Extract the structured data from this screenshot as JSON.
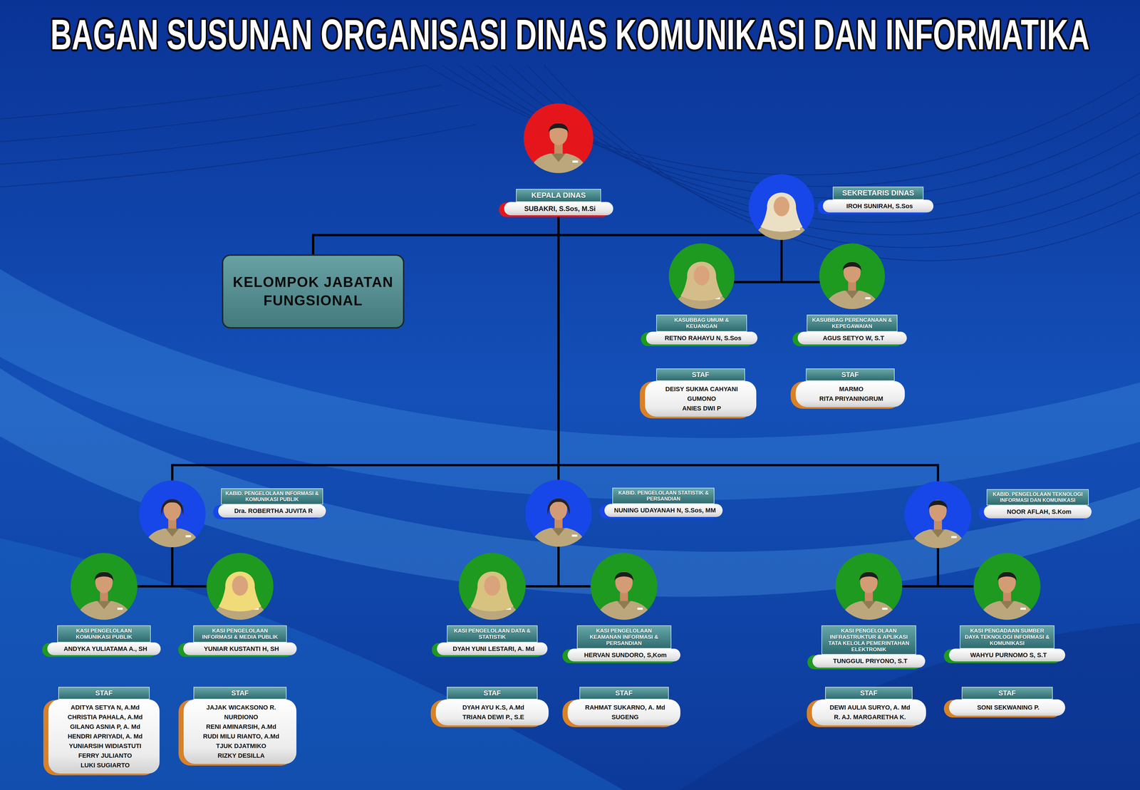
{
  "diagram": {
    "title": "BAGAN SUSUNAN ORGANISASI DINAS KOMUNIKASI DAN INFORMATIKA",
    "nodes": [
      {
        "text": [
          "KEPALA DINAS",
          "SUBAKRI, S.Sos, M.Si"
        ]
      },
      {
        "text": [
          "SEKRETARIS DINAS",
          "IROH SUNIRAH, S.Sos"
        ]
      },
      {
        "text": [
          "KELOMPOK JABATAN FUNGSIONAL"
        ]
      },
      {
        "text": [
          "KASUBBAG UMUM & KEUANGAN",
          "RETNO RAHAYU N, S.Sos"
        ]
      },
      {
        "text": [
          "KASUBBAG PERENCANAAN & KEPEGAWAIAN",
          "AGUS SETYO W, S.T"
        ]
      },
      {
        "text": [
          "STAF",
          "DEISY SUKMA CAHYANI",
          "GUMONO",
          "ANIES DWI P"
        ]
      },
      {
        "text": [
          "STAF",
          "MARMO",
          "RITA PRIYANINGRUM"
        ]
      },
      {
        "text": [
          "KABID. PENGELOLAAN INFORMASI & KOMUNIKASI PUBLIK",
          "Dra. ROBERTHA JUVITA R"
        ]
      },
      {
        "text": [
          "KABID. PENGELOLAAN STATISTIK & PERSANDIAN",
          "NUNING UDAYANAH N, S.Sos, MM"
        ]
      },
      {
        "text": [
          "KABID. PENGELOLAAN TEKNOLOGI INFORMASI DAN KOMUNIKASI",
          "NOOR AFLAH, S.Kom"
        ]
      },
      {
        "text": [
          "KASI PENGELOLAAN KOMUNIKASI PUBLIK",
          "ANDYKA YULIATAMA A., SH"
        ]
      },
      {
        "text": [
          "KASI PENGELOLAAN INFORMASI & MEDIA PUBLIK",
          "YUNIAR KUSTANTI H, SH"
        ]
      },
      {
        "text": [
          "KASI PENGELOLAAN DATA & STATISTIK",
          "DYAH YUNI LESTARI, A. Md"
        ]
      },
      {
        "text": [
          "KASI PENGELOLAAN KEAMANAN INFORMASI & PERSANDIAN",
          "HERVAN SUNDORO, S,Kom"
        ]
      },
      {
        "text": [
          "KASI PENGELOLAAN INFRASTRUKTUR & APLIKASI TATA KELOLA PEMERINTAHAN ELEKTRONIK",
          "TUNGGUL PRIYONO, S.T"
        ]
      },
      {
        "text": [
          "KASI PENGADAAN SUMBER DAYA TEKNOLOGI INFORMASI & KOMUNIKASI",
          "WAHYU PURNOMO S, S.T"
        ]
      },
      {
        "text": [
          "STAF",
          "ADITYA SETYA N, A.Md",
          "CHRISTIA PAHALA, A.Md",
          "GILANG ASNIA P, A. Md",
          "HENDRI APRIYADI, A. Md",
          "YUNIARSIH WIDIASTUTI",
          "FERRY JULIANTO",
          "LUKI SUGIARTO"
        ]
      },
      {
        "text": [
          "STAF",
          "JAJAK WICAKSONO R.",
          "NURDIONO",
          "RENI AMINARSIH, A.Md",
          "RUDI MILU RIANTO, A.Md",
          "TJUK DJATMIKO",
          "RIZKY DESILLA"
        ]
      },
      {
        "text": [
          "STAF",
          "DYAH AYU K.S, A.Md",
          "TRIANA DEWI P., S.E"
        ]
      },
      {
        "text": [
          "STAF",
          "RAHMAT SUKARNO, A. Md",
          "SUGENG"
        ]
      },
      {
        "text": [
          "STAF",
          "DEWI AULIA SURYO, A. Md",
          "R. AJ. MARGARETHA K."
        ]
      },
      {
        "text": [
          "STAF",
          "SONI SEKWANING P."
        ]
      }
    ],
    "edges": [
      {
        "from": 0,
        "to": 2,
        "arrow": "none"
      },
      {
        "from": 0,
        "to": 1,
        "arrow": "none"
      },
      {
        "from": 1,
        "to": 3,
        "arrow": "none"
      },
      {
        "from": 1,
        "to": 4,
        "arrow": "none"
      },
      {
        "from": 0,
        "to": 7,
        "arrow": "none"
      },
      {
        "from": 0,
        "to": 8,
        "arrow": "none"
      },
      {
        "from": 0,
        "to": 9,
        "arrow": "none"
      },
      {
        "from": 7,
        "to": 10,
        "arrow": "none"
      },
      {
        "from": 7,
        "to": 11,
        "arrow": "none"
      },
      {
        "from": 8,
        "to": 12,
        "arrow": "none"
      },
      {
        "from": 8,
        "to": 13,
        "arrow": "none"
      },
      {
        "from": 9,
        "to": 14,
        "arrow": "none"
      },
      {
        "from": 9,
        "to": 15,
        "arrow": "none"
      }
    ]
  }
}
